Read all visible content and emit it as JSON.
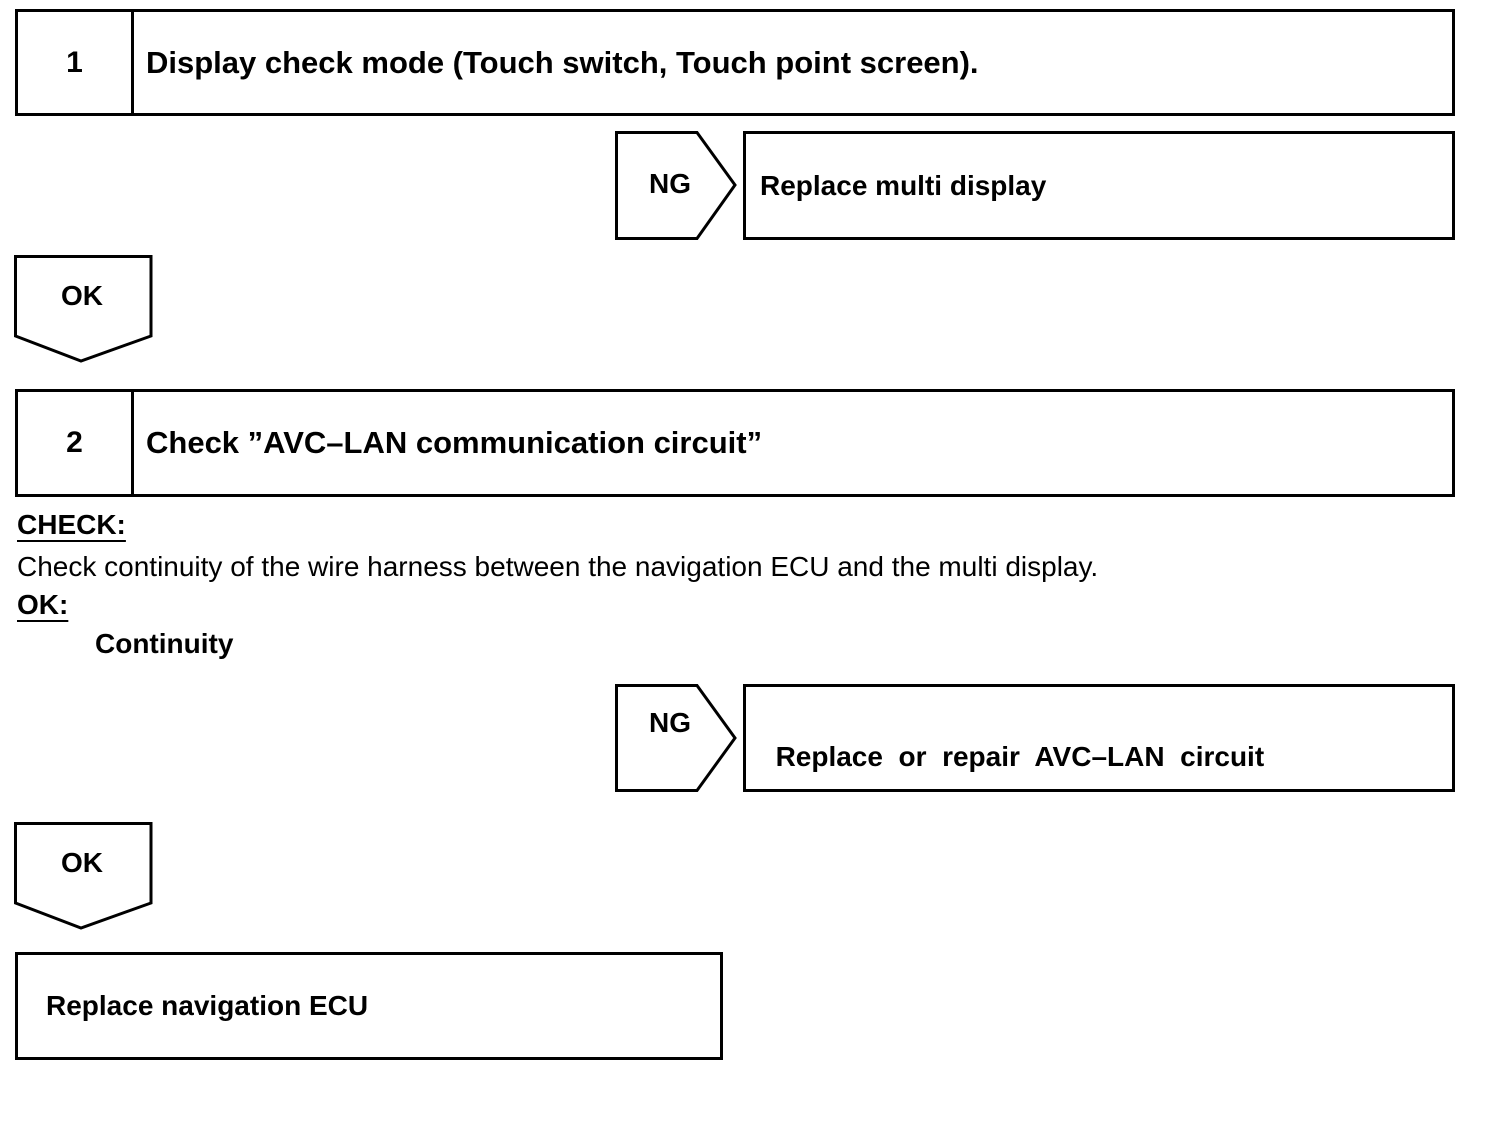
{
  "step1": {
    "number": "1",
    "title": "Display check mode (Touch switch, Touch point screen)."
  },
  "ng1": {
    "label": "NG",
    "action": "Replace multi display"
  },
  "ok1": {
    "label": "OK"
  },
  "step2": {
    "number": "2",
    "title": "Check ”AVC–LAN communication circuit”"
  },
  "check": {
    "label": "CHECK:",
    "text": "Check continuity of the wire harness between the navigation ECU and the multi display."
  },
  "ok_spec": {
    "label": "OK:",
    "text": "Continuity"
  },
  "ng2": {
    "label": "NG",
    "action": "Replace  or  repair  AVC–LAN  circuit"
  },
  "ok2": {
    "label": "OK"
  },
  "final": {
    "action": "Replace navigation ECU"
  }
}
